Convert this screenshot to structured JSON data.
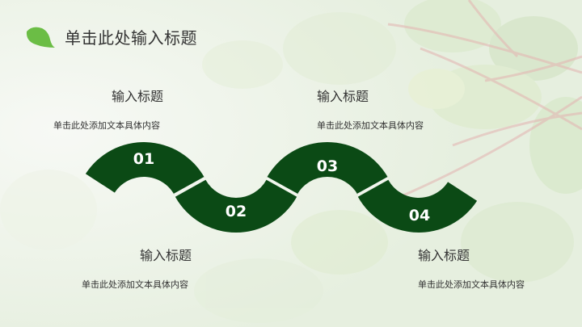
{
  "slide": {
    "title": "单击此处输入标题",
    "colors": {
      "accent": "#0b4a15",
      "leaf": "#6bbd45",
      "text": "#333333"
    }
  },
  "steps": [
    {
      "number": "01",
      "heading": "输入标题",
      "body": "单击此处添加文本具体内容"
    },
    {
      "number": "02",
      "heading": "输入标题",
      "body": "单击此处添加文本具体内容"
    },
    {
      "number": "03",
      "heading": "输入标题",
      "body": "单击此处添加文本具体内容"
    },
    {
      "number": "04",
      "heading": "输入标题",
      "body": "单击此处添加文本具体内容"
    }
  ]
}
